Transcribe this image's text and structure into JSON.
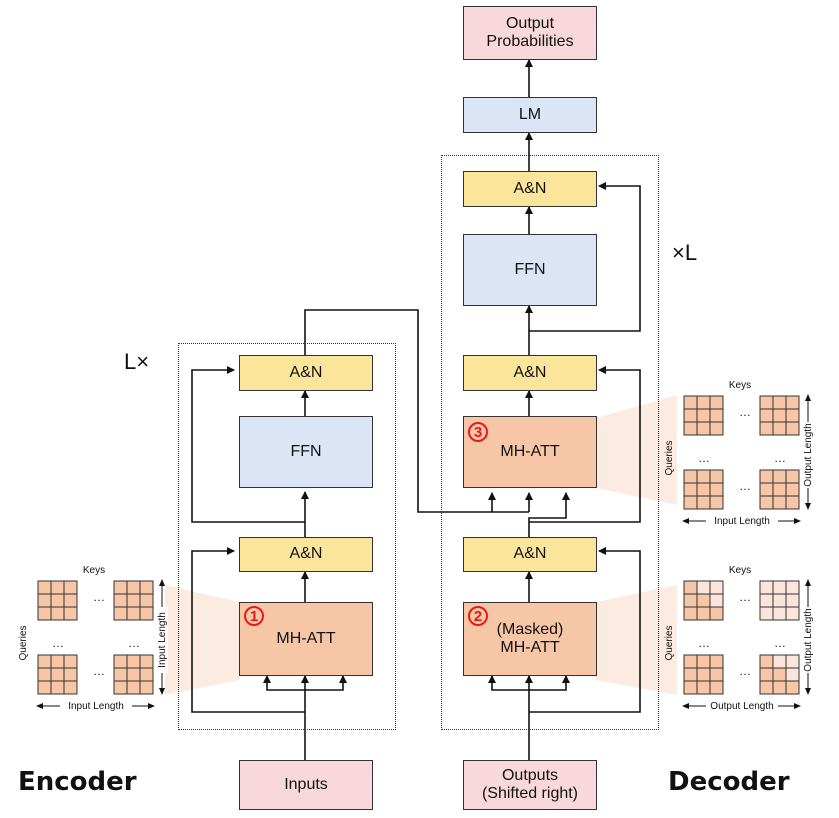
{
  "labels": {
    "encoder": "Encoder",
    "decoder": "Decoder",
    "enc_repeat": "L×",
    "dec_repeat": "×L"
  },
  "decoder": {
    "output_probabilities": [
      "Output",
      "Probabilities"
    ],
    "lm": "LM",
    "an_top": "A&N",
    "ffn": "FFN",
    "an_mid": "A&N",
    "cross_att": "MH-ATT",
    "an_low": "A&N",
    "masked_att": [
      "(Masked)",
      "MH-ATT"
    ],
    "outputs": [
      "Outputs",
      "(Shifted right)"
    ]
  },
  "encoder": {
    "an_top": "A&N",
    "ffn": "FFN",
    "an_low": "A&N",
    "self_att": "MH-ATT",
    "inputs": "Inputs"
  },
  "badges": [
    "1",
    "2",
    "3"
  ],
  "matrices": {
    "keys": "Keys",
    "queries": "Queries",
    "dots": "…",
    "enc": {
      "x_label": "Input Length",
      "y_label": "Input Length"
    },
    "cross": {
      "x_label": "Input Length",
      "y_label": "Output Length"
    },
    "masked": {
      "x_label": "Output Length",
      "y_label": "Output Length"
    }
  },
  "colors": {
    "yellow": "#fbe59a",
    "blue": "#dbe5f6",
    "orange": "#f6c6a7",
    "pink": "#f8d8da",
    "badge": "#e31b1b",
    "cell": "#f6c6a7",
    "cell_masked": "#fbe4dc"
  }
}
